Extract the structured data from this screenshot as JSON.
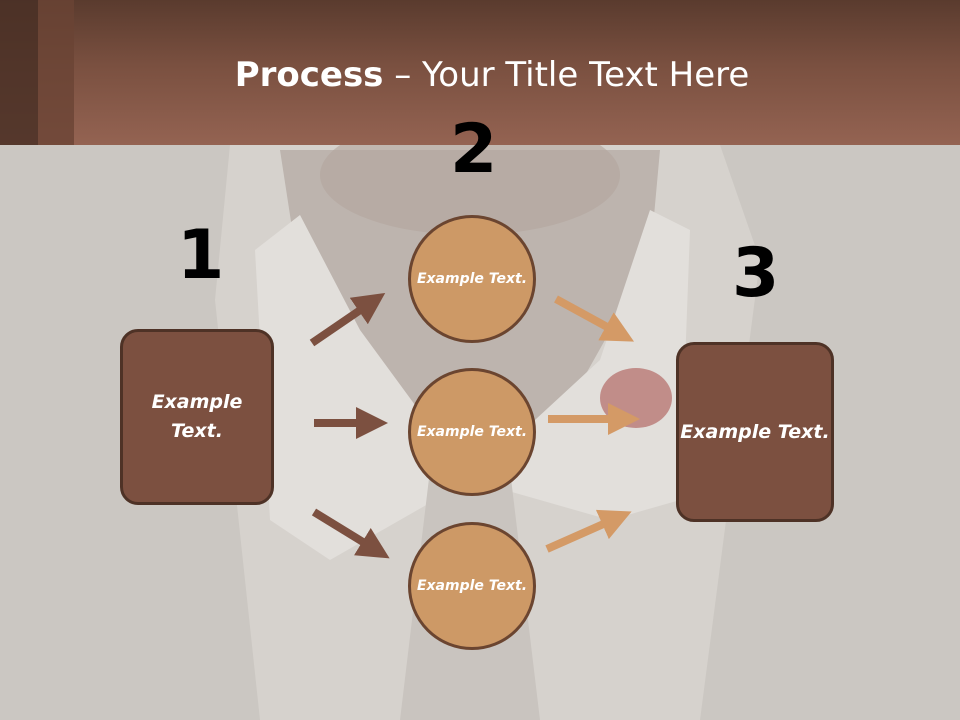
{
  "title": {
    "bold": "Process",
    "rest": " – Your Title Text Here"
  },
  "step_numbers": [
    "1",
    "2",
    "3"
  ],
  "left_box": {
    "text": "Example Text."
  },
  "circles": [
    {
      "text": "Example Text."
    },
    {
      "text": "Example Text."
    },
    {
      "text": "Example Text."
    }
  ],
  "right_box": {
    "text": "Example Text."
  },
  "colors": {
    "header": "#7a5040",
    "box_fill": "#7c5040",
    "circle_fill": "#cd9966",
    "left_arrows": "#7c5040",
    "right_arrows": "#d49a66"
  }
}
